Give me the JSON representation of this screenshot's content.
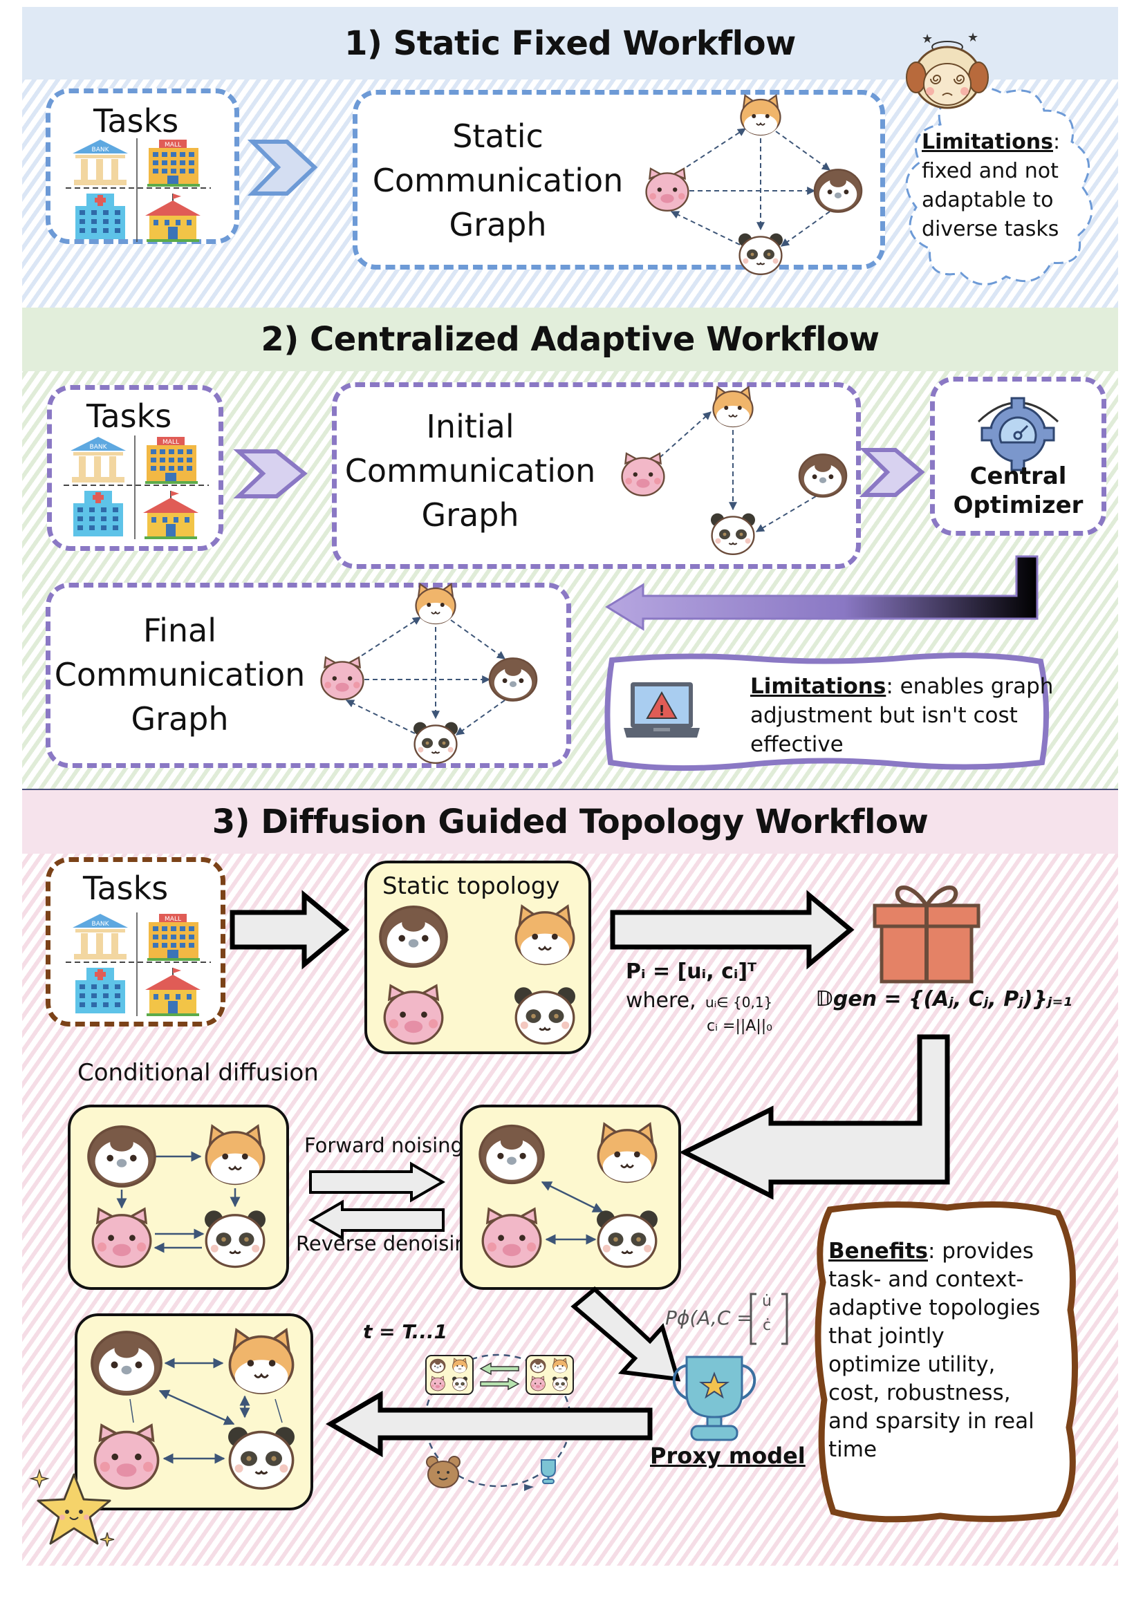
{
  "sections": [
    {
      "title": "1) Static Fixed Workflow",
      "band_color": "#dfe9f5",
      "tasks_label": "Tasks",
      "graph_label": [
        "Static",
        "Communication",
        "Graph"
      ],
      "limitation_title": "Limitations",
      "limitation_text": [
        "fixed and not",
        "adaptable to",
        "diverse tasks"
      ]
    },
    {
      "title": "2) Centralized Adaptive Workflow",
      "band_color": "#e2eedb",
      "tasks_label": "Tasks",
      "initial_graph_label": [
        "Initial",
        "Communication",
        "Graph"
      ],
      "optimizer_label": [
        "Central",
        "Optimizer"
      ],
      "final_graph_label": [
        "Final",
        "Communication",
        "Graph"
      ],
      "limitation_title": "Limitations",
      "limitation_text": [
        ": enables graph",
        "adjustment but isn't cost",
        "effective"
      ]
    },
    {
      "title": "3) Diffusion Guided Topology Workflow",
      "band_color": "#f6e3ec",
      "tasks_label": "Tasks",
      "static_topology_label": "Static topology",
      "formula_p": "Pᵢ = [uᵢ, cᵢ]ᵀ",
      "formula_where": "where,",
      "formula_u": "uᵢ∈ {0,1}",
      "formula_c": "cᵢ =||A||₀",
      "formula_dgen": "𝔻gen = {(Aⱼ, Cⱼ, Pⱼ)}ⱼ₌₁",
      "conditional_diffusion_label": "Conditional diffusion",
      "forward_label": "Forward noising",
      "reverse_label": "Reverse denoising",
      "proxy_formula": "Pϕ(A,C = [ u̇ ; ċ ]",
      "proxy_formula_lhs": "Pϕ(A,C =",
      "proxy_formula_u": "u̇",
      "proxy_formula_c": "ċ",
      "proxy_label": "Proxy model",
      "timestep_label": "t = T...1",
      "benefits_title": "Benefits",
      "benefits_text": [
        ": provides",
        "task- and context-",
        "adaptive topologies",
        "that jointly",
        "optimize utility,",
        "cost, robustness,",
        "and sparsity in real",
        "time"
      ]
    }
  ],
  "task_icons": [
    "bank-icon",
    "mall-icon",
    "hospital-icon",
    "school-icon"
  ],
  "task_icon_labels": {
    "bank": "BANK",
    "mall": "MALL"
  },
  "agents": [
    "penguin",
    "dog",
    "pig",
    "panda"
  ],
  "colors": {
    "blue_dash": "#6d9ad6",
    "purple_dash": "#8a78c4",
    "brown_dash": "#7b4218",
    "yellow_box": "#fdf8cf",
    "edge": "#3d5577"
  }
}
